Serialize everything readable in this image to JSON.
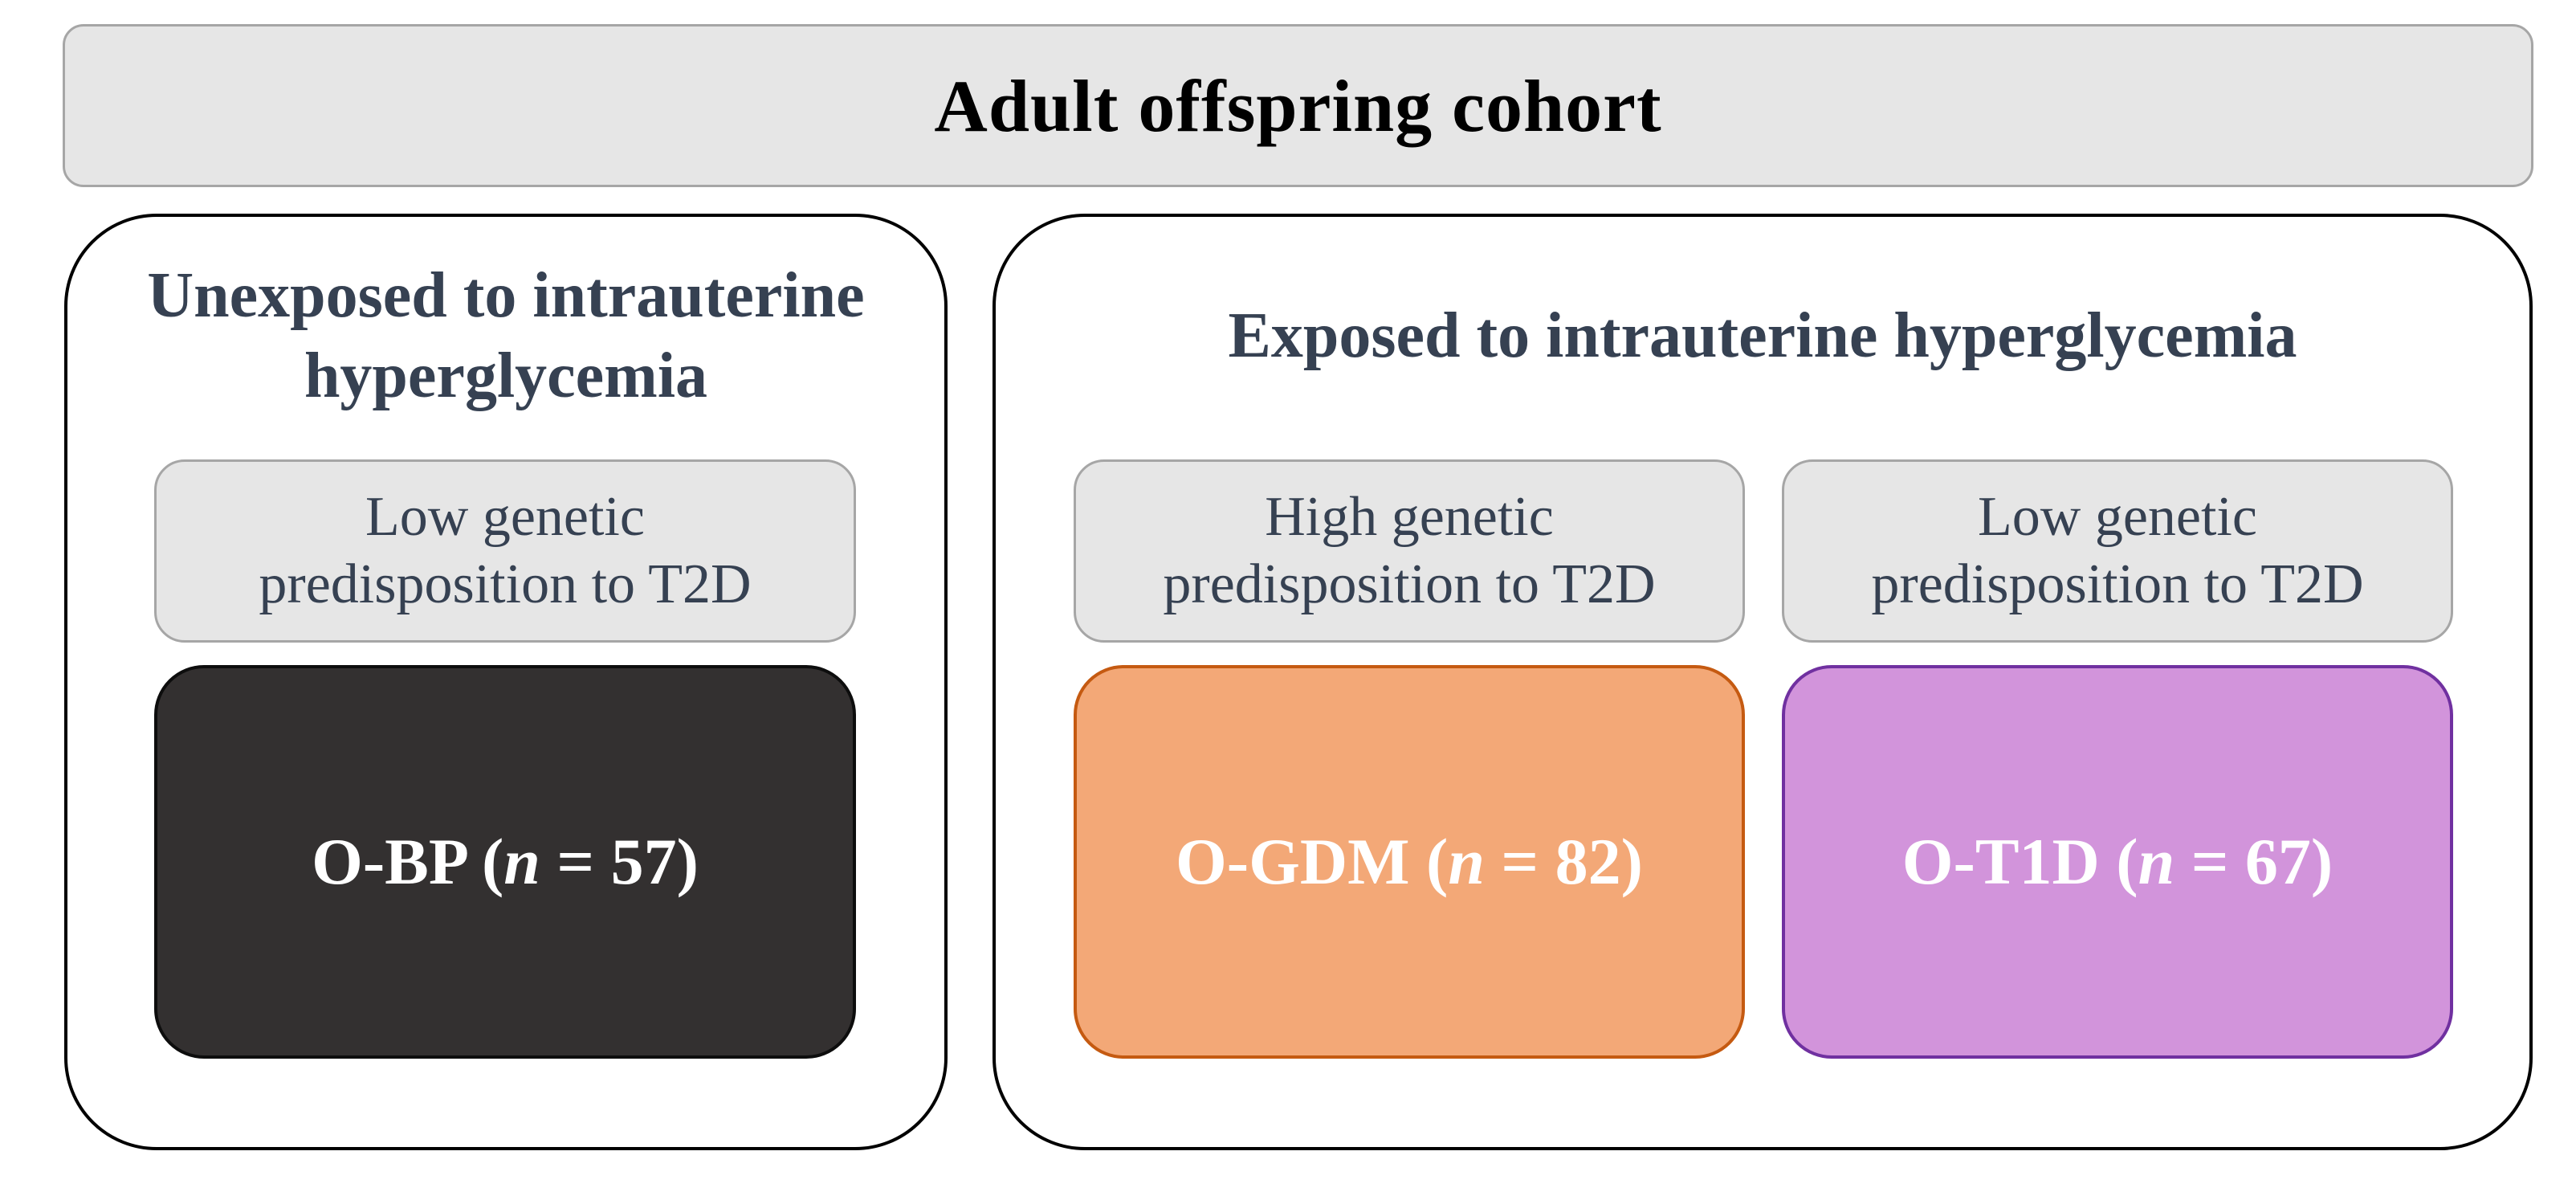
{
  "header": {
    "title": "Adult offspring cohort"
  },
  "colors": {
    "page_background": "#FFFFFF",
    "title_text": "#000000",
    "slate_text": "#364152",
    "gray_fill": "#E6E6E6",
    "gray_border": "#A6A6A6",
    "panel_border": "#000000",
    "cohort_text": "#FFFFFF"
  },
  "panels": {
    "unexposed": {
      "heading_lines": [
        "Unexposed to intrauterine",
        "hyperglycemia"
      ],
      "groups": [
        {
          "predisposition_lines": [
            "Low genetic",
            "predisposition to T2D"
          ],
          "label": {
            "prefix": "O-BP (",
            "n_symbol": "n",
            "suffix": " = 57)"
          },
          "n_value": 57,
          "fill": "#333030",
          "border": "#0D0D0D"
        }
      ]
    },
    "exposed": {
      "heading_lines": [
        "Exposed to intrauterine hyperglycemia"
      ],
      "groups": [
        {
          "predisposition_lines": [
            "High genetic",
            "predisposition to T2D"
          ],
          "label": {
            "prefix": "O-GDM (",
            "n_symbol": "n",
            "suffix": " = 82)"
          },
          "n_value": 82,
          "fill": "#F3A877",
          "border": "#C55A11"
        },
        {
          "predisposition_lines": [
            "Low genetic",
            "predisposition to T2D"
          ],
          "label": {
            "prefix": "O-T1D (",
            "n_symbol": "n",
            "suffix": " = 67)"
          },
          "n_value": 67,
          "fill": "#D294DB",
          "border": "#7030A0"
        }
      ]
    }
  }
}
